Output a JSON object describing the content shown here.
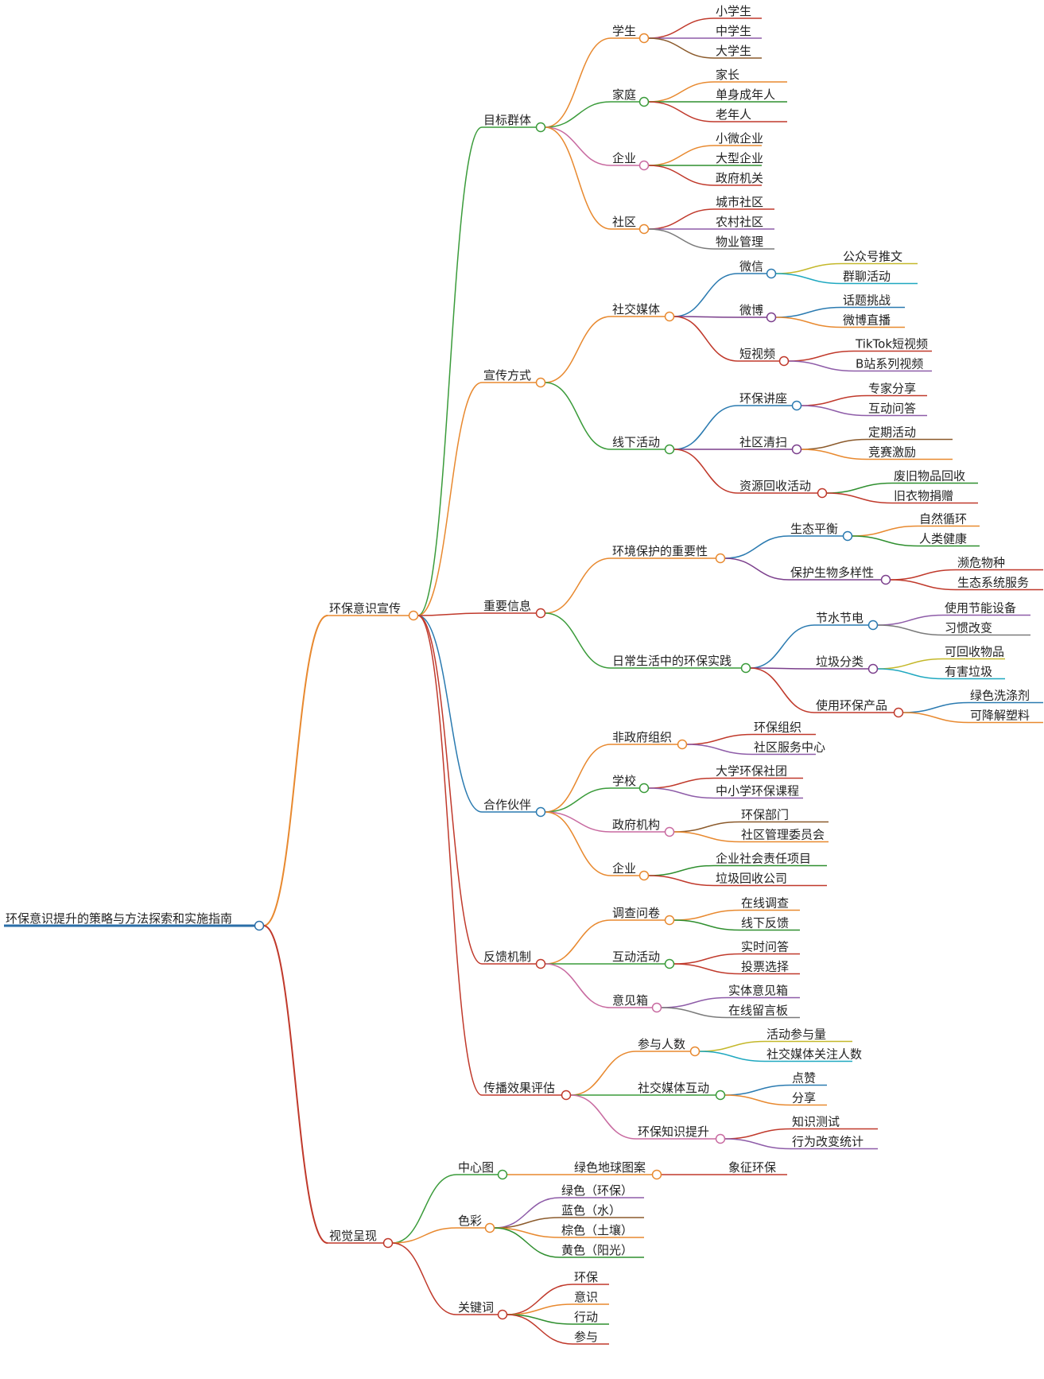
{
  "root": {
    "label": "环保意识提升的策略与方法探索和实施指南",
    "children": [
      {
        "label": "环保意识宣传",
        "children": [
          {
            "label": "目标群体",
            "children": [
              {
                "label": "学生",
                "children": [
                  {
                    "label": "小学生"
                  },
                  {
                    "label": "中学生"
                  },
                  {
                    "label": "大学生"
                  }
                ]
              },
              {
                "label": "家庭",
                "children": [
                  {
                    "label": "家长"
                  },
                  {
                    "label": "单身成年人"
                  },
                  {
                    "label": "老年人"
                  }
                ]
              },
              {
                "label": "企业",
                "children": [
                  {
                    "label": "小微企业"
                  },
                  {
                    "label": "大型企业"
                  },
                  {
                    "label": "政府机关"
                  }
                ]
              },
              {
                "label": "社区",
                "children": [
                  {
                    "label": "城市社区"
                  },
                  {
                    "label": "农村社区"
                  },
                  {
                    "label": "物业管理"
                  }
                ]
              }
            ]
          },
          {
            "label": "宣传方式",
            "children": [
              {
                "label": "社交媒体",
                "children": [
                  {
                    "label": "微信",
                    "children": [
                      {
                        "label": "公众号推文"
                      },
                      {
                        "label": "群聊活动"
                      }
                    ]
                  },
                  {
                    "label": "微博",
                    "children": [
                      {
                        "label": "话题挑战"
                      },
                      {
                        "label": "微博直播"
                      }
                    ]
                  },
                  {
                    "label": "短视频",
                    "children": [
                      {
                        "label": "TikTok短视频"
                      },
                      {
                        "label": "B站系列视频"
                      }
                    ]
                  }
                ]
              },
              {
                "label": "线下活动",
                "children": [
                  {
                    "label": "环保讲座",
                    "children": [
                      {
                        "label": "专家分享"
                      },
                      {
                        "label": "互动问答"
                      }
                    ]
                  },
                  {
                    "label": "社区清扫",
                    "children": [
                      {
                        "label": "定期活动"
                      },
                      {
                        "label": "竞赛激励"
                      }
                    ]
                  },
                  {
                    "label": "资源回收活动",
                    "children": [
                      {
                        "label": "废旧物品回收"
                      },
                      {
                        "label": "旧衣物捐赠"
                      }
                    ]
                  }
                ]
              }
            ]
          },
          {
            "label": "重要信息",
            "children": [
              {
                "label": "环境保护的重要性",
                "children": [
                  {
                    "label": "生态平衡",
                    "children": [
                      {
                        "label": "自然循环"
                      },
                      {
                        "label": "人类健康"
                      }
                    ]
                  },
                  {
                    "label": "保护生物多样性",
                    "children": [
                      {
                        "label": "濒危物种"
                      },
                      {
                        "label": "生态系统服务"
                      }
                    ]
                  }
                ]
              },
              {
                "label": "日常生活中的环保实践",
                "children": [
                  {
                    "label": "节水节电",
                    "children": [
                      {
                        "label": "使用节能设备"
                      },
                      {
                        "label": "习惯改变"
                      }
                    ]
                  },
                  {
                    "label": "垃圾分类",
                    "children": [
                      {
                        "label": "可回收物品"
                      },
                      {
                        "label": "有害垃圾"
                      }
                    ]
                  },
                  {
                    "label": "使用环保产品",
                    "children": [
                      {
                        "label": "绿色洗涤剂"
                      },
                      {
                        "label": "可降解塑料"
                      }
                    ]
                  }
                ]
              }
            ]
          },
          {
            "label": "合作伙伴",
            "children": [
              {
                "label": "非政府组织",
                "children": [
                  {
                    "label": "环保组织"
                  },
                  {
                    "label": "社区服务中心"
                  }
                ]
              },
              {
                "label": "学校",
                "children": [
                  {
                    "label": "大学环保社团"
                  },
                  {
                    "label": "中小学环保课程"
                  }
                ]
              },
              {
                "label": "政府机构",
                "children": [
                  {
                    "label": "环保部门"
                  },
                  {
                    "label": "社区管理委员会"
                  }
                ]
              },
              {
                "label": "企业",
                "children": [
                  {
                    "label": "企业社会责任项目"
                  },
                  {
                    "label": "垃圾回收公司"
                  }
                ]
              }
            ]
          },
          {
            "label": "反馈机制",
            "children": [
              {
                "label": "调查问卷",
                "children": [
                  {
                    "label": "在线调查"
                  },
                  {
                    "label": "线下反馈"
                  }
                ]
              },
              {
                "label": "互动活动",
                "children": [
                  {
                    "label": "实时问答"
                  },
                  {
                    "label": "投票选择"
                  }
                ]
              },
              {
                "label": "意见箱",
                "children": [
                  {
                    "label": "实体意见箱"
                  },
                  {
                    "label": "在线留言板"
                  }
                ]
              }
            ]
          },
          {
            "label": "传播效果评估",
            "children": [
              {
                "label": "参与人数",
                "children": [
                  {
                    "label": "活动参与量"
                  },
                  {
                    "label": "社交媒体关注人数"
                  }
                ]
              },
              {
                "label": "社交媒体互动",
                "children": [
                  {
                    "label": "点赞"
                  },
                  {
                    "label": "分享"
                  }
                ]
              },
              {
                "label": "环保知识提升",
                "children": [
                  {
                    "label": "知识测试"
                  },
                  {
                    "label": "行为改变统计"
                  }
                ]
              }
            ]
          }
        ]
      },
      {
        "label": "视觉呈现",
        "children": [
          {
            "label": "中心图",
            "children": [
              {
                "label": "绿色地球图案",
                "children": [
                  {
                    "label": "象征环保"
                  }
                ]
              }
            ]
          },
          {
            "label": "色彩",
            "children": [
              {
                "label": "绿色（环保）"
              },
              {
                "label": "蓝色（水）"
              },
              {
                "label": "棕色（土壤）"
              },
              {
                "label": "黄色（阳光）"
              }
            ]
          },
          {
            "label": "关键词",
            "children": [
              {
                "label": "环保"
              },
              {
                "label": "意识"
              },
              {
                "label": "行动"
              },
              {
                "label": "参与"
              }
            ]
          }
        ]
      }
    ]
  }
}
